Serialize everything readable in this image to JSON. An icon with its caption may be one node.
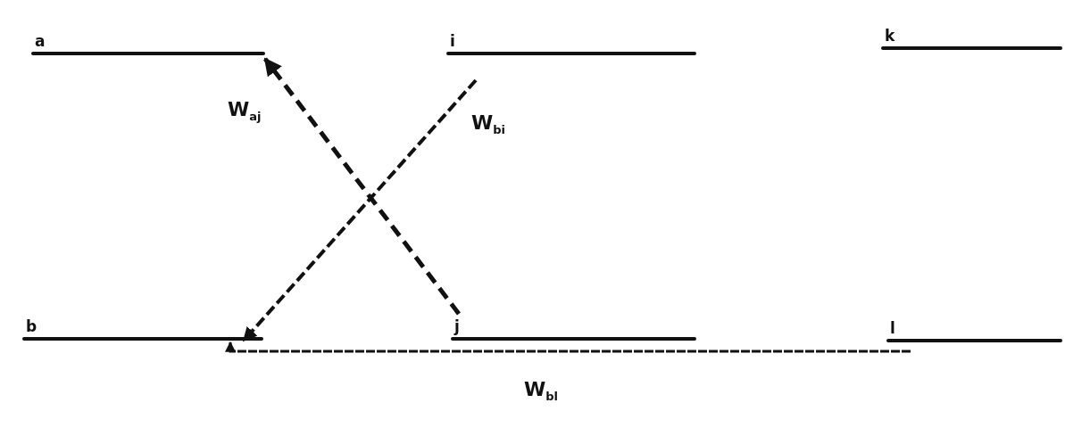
{
  "diagram": {
    "nodes": [
      {
        "text": [
          "a"
        ]
      },
      {
        "text": [
          "i"
        ]
      },
      {
        "text": [
          "k"
        ]
      },
      {
        "text": [
          "b"
        ]
      },
      {
        "text": [
          "j"
        ]
      },
      {
        "text": [
          "l"
        ]
      }
    ],
    "edges": [
      {
        "from": 4,
        "to": 0,
        "arrow": "to",
        "style": "dashed",
        "label": "W$_{aj}$"
      },
      {
        "from": 1,
        "to": 3,
        "arrow": "to",
        "style": "dashed",
        "label": "W$_{bi}$"
      },
      {
        "from": 5,
        "to": 3,
        "arrow": "to",
        "style": "dashed",
        "label": "W$_{bl}$"
      }
    ]
  }
}
